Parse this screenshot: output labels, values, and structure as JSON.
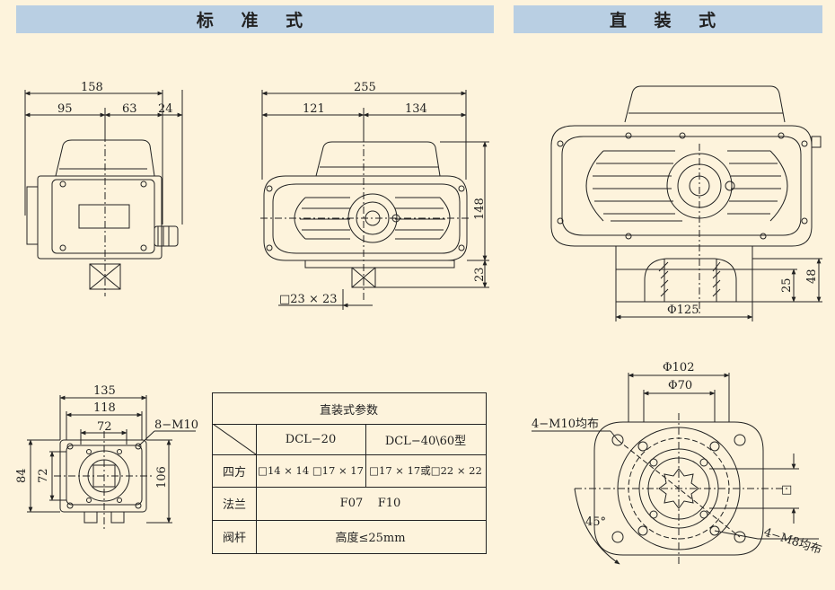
{
  "headers": {
    "standard": "标 准 式",
    "direct": "直 装 式"
  },
  "dims": {
    "d158": "158",
    "d95": "95",
    "d63": "63",
    "d24": "24",
    "d255": "255",
    "d121": "121",
    "d134": "134",
    "d148": "148",
    "d23v": "23",
    "sq23": "□23 × 23",
    "d135": "135",
    "d118": "118",
    "d72h": "72",
    "d84": "84",
    "d72v": "72",
    "d106": "106",
    "m10a": "8−M10",
    "phi125": "Φ125",
    "d25": "25",
    "d48": "48",
    "phi102": "Φ102",
    "phi70": "Φ70",
    "m10b": "4−M10均布",
    "m8": "4−M8均布",
    "deg45": "45°",
    "sq": "□"
  },
  "table": {
    "title": "直装式参数",
    "col1": "DCL−20",
    "col2": "DCL−40\\60型",
    "row1": {
      "label": "四方",
      "v1": "□14 × 14 □17 × 17",
      "v2": "□17 × 17或□22 × 22"
    },
    "row2": {
      "label": "法兰",
      "v": "F07    F10"
    },
    "row3": {
      "label": "阀杆",
      "v": "高度≤25mm"
    }
  }
}
